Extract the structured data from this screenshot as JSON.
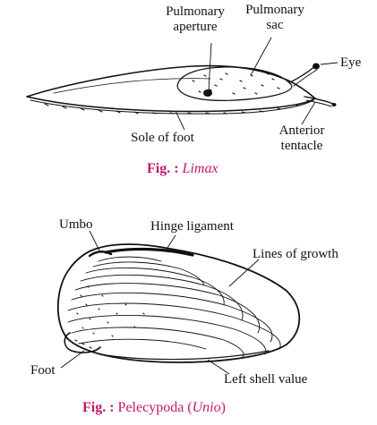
{
  "figures": [
    {
      "id": "limax",
      "labels": {
        "pulmonary_aperture": [
          "Pulmonary",
          "aperture"
        ],
        "pulmonary_sac": [
          "Pulmonary",
          "sac"
        ],
        "eye": "Eye",
        "sole_of_foot": "Sole of foot",
        "anterior_tentacle": [
          "Anterior",
          "tentacle"
        ]
      },
      "caption": {
        "prefix": "Fig. :",
        "name": "Limax"
      }
    },
    {
      "id": "unio",
      "labels": {
        "umbo": "Umbo",
        "hinge_ligament": "Hinge ligament",
        "lines_of_growth": "Lines of growth",
        "foot": "Foot",
        "left_shell_value": "Left shell value"
      },
      "caption": {
        "prefix": "Fig. :",
        "name_plain": "Pelecypoda (",
        "name_italic": "Unio",
        "name_close": ")"
      }
    }
  ],
  "colors": {
    "caption": "#c2186b",
    "ink": "#111111"
  }
}
